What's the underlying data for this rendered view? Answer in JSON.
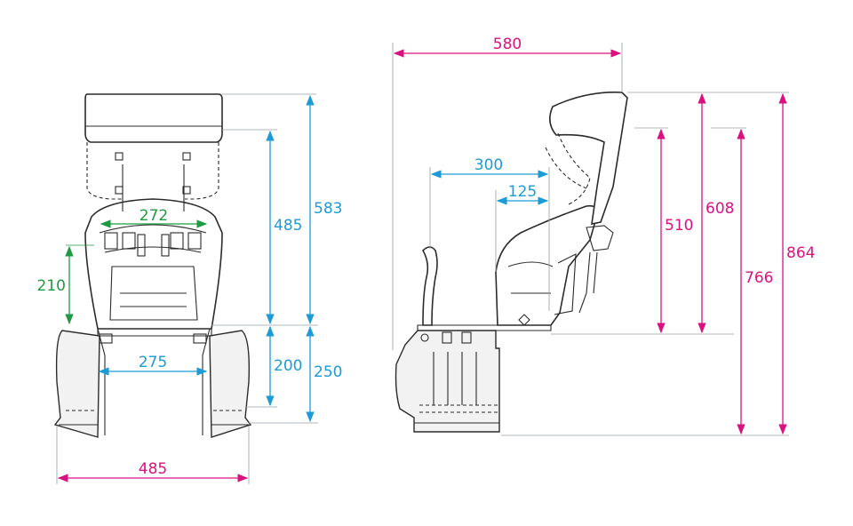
{
  "colors": {
    "magenta": "#d9127f",
    "cyan": "#1d9bd6",
    "green": "#1f9a43"
  },
  "dimensions": {
    "front_headrest_height": "485",
    "front_total_height": "583",
    "front_shoulder_width": "272",
    "front_seat_depth": "210",
    "front_inner_width": "275",
    "front_lower_height": "200",
    "front_base_height": "250",
    "front_total_width": "485",
    "side_total_depth": "580",
    "side_seat_depth": "300",
    "side_back_offset": "125",
    "side_back_height": "510",
    "side_back_total": "608",
    "side_floor_height": "766",
    "side_total_height": "864"
  }
}
